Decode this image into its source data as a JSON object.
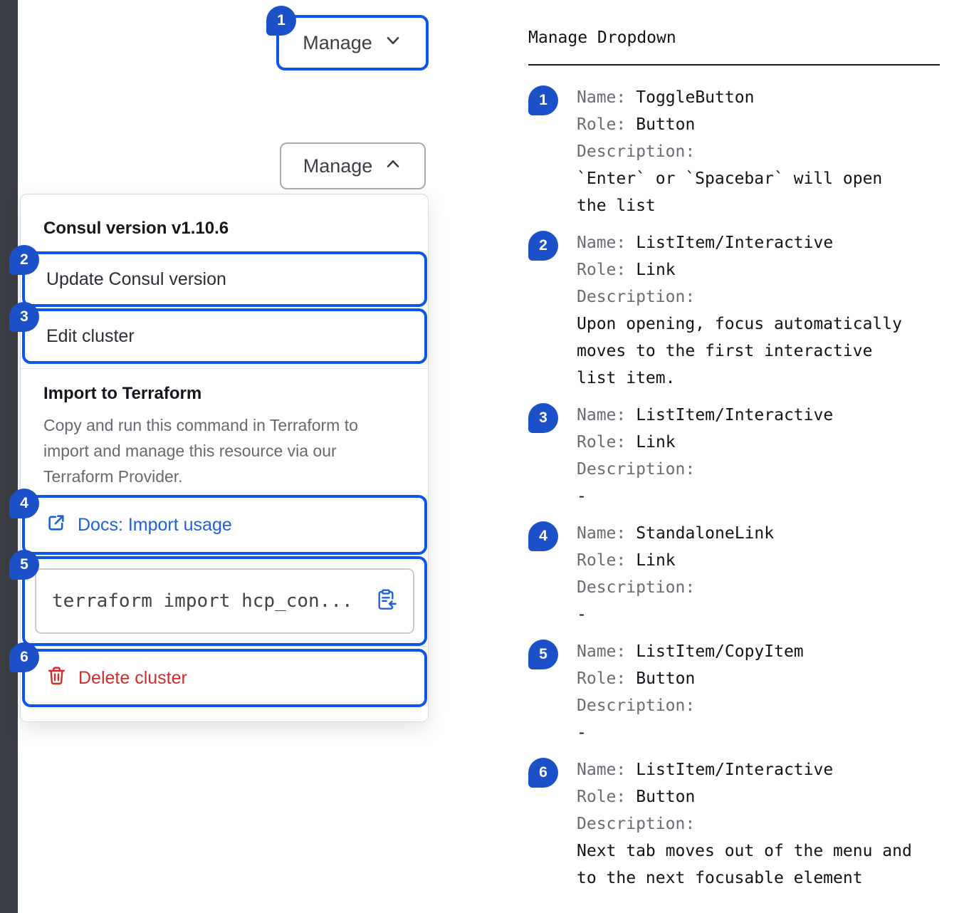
{
  "colors": {
    "focus_blue": "#0c56e9",
    "badge_blue": "#1b50c8",
    "link_blue": "#1c61d8",
    "critical_red": "#d02c2c",
    "edge_strip": "#3a3d43"
  },
  "icons": {
    "toggle_closed": "chevron-down",
    "toggle_open": "chevron-up",
    "docs_link": "external-link",
    "copy_item": "clipboard-copy",
    "delete_item": "trash"
  },
  "toggle_button": {
    "label": "Manage",
    "badge": "1"
  },
  "open_toggle_button": {
    "label": "Manage"
  },
  "dropdown": {
    "version_title": "Consul version v1.10.6",
    "items": [
      {
        "badge": "2",
        "label": "Update Consul version"
      },
      {
        "badge": "3",
        "label": "Edit cluster"
      }
    ],
    "import_title": "Import to Terraform",
    "import_description": "Copy and run this command in Terraform to import and manage this resource via our Terraform Provider.",
    "docs_link": {
      "badge": "4",
      "label": "Docs: Import usage"
    },
    "copy_item": {
      "badge": "5",
      "code": "terraform import hcp_con..."
    },
    "delete_item": {
      "badge": "6",
      "label": "Delete cluster"
    }
  },
  "spec_panel": {
    "title": "Manage Dropdown",
    "field_labels": {
      "name": "Name:",
      "role": "Role:",
      "description": "Description:"
    },
    "entries": [
      {
        "num": "1",
        "name": "ToggleButton",
        "role": "Button",
        "description": "`Enter` or `Spacebar` will open the list"
      },
      {
        "num": "2",
        "name": "ListItem/Interactive",
        "role": "Link",
        "description": "Upon opening, focus automatically moves to the first interactive list item."
      },
      {
        "num": "3",
        "name": "ListItem/Interactive",
        "role": "Link",
        "description": "-"
      },
      {
        "num": "4",
        "name": "StandaloneLink",
        "role": "Link",
        "description": "-"
      },
      {
        "num": "5",
        "name": "ListItem/CopyItem",
        "role": "Button",
        "description": "-"
      },
      {
        "num": "6",
        "name": "ListItem/Interactive",
        "role": "Button",
        "description": "Next tab moves out of the menu and to the next focusable element"
      }
    ]
  }
}
